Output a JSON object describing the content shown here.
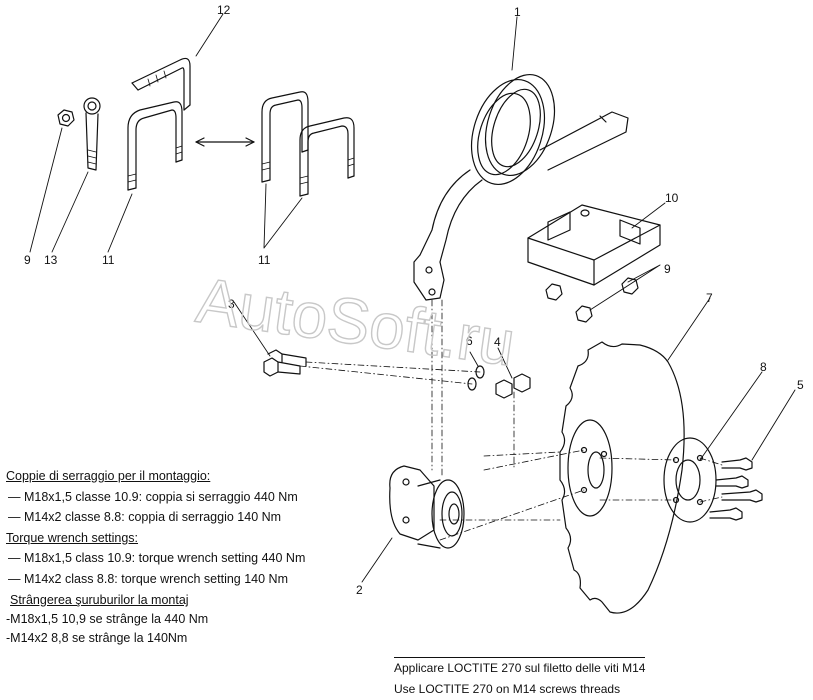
{
  "callouts": {
    "c1": "1",
    "c2": "2",
    "c3": "3",
    "c4": "4",
    "c5": "5",
    "c6": "6",
    "c7": "7",
    "c8": "8",
    "c9a": "9",
    "c9b": "9",
    "c10": "10",
    "c11a": "11",
    "c11b": "11",
    "c12": "12",
    "c13": "13"
  },
  "watermark": {
    "text": "AutoSoft.ru"
  },
  "notes": {
    "it_header": "Coppie di serraggio per il montaggio:",
    "it_1": "— M18x1,5 classe 10.9: coppia si serraggio 440 Nm",
    "it_2": "— M14x2 classe 8.8: coppia di serraggio 140 Nm",
    "en_header": "Torque wrench settings:",
    "en_1": "— M18x1,5 class 10.9: torque wrench setting 440 Nm",
    "en_2": "— M14x2 class 8.8: torque wrench setting 140 Nm",
    "ro_header": "Strângerea şuruburilor la montaj",
    "ro_1": "-M18x1,5 10,9 se strânge la 440 Nm",
    "ro_2": "-M14x2 8,8 se strânge la 140Nm"
  },
  "loctite": {
    "it": "Applicare LOCTITE 270 sul filetto delle viti M14",
    "en": "Use LOCTITE 270 on M14 screws threads"
  },
  "colors": {
    "line": "#111111",
    "watermark": "#c8c8c8"
  }
}
